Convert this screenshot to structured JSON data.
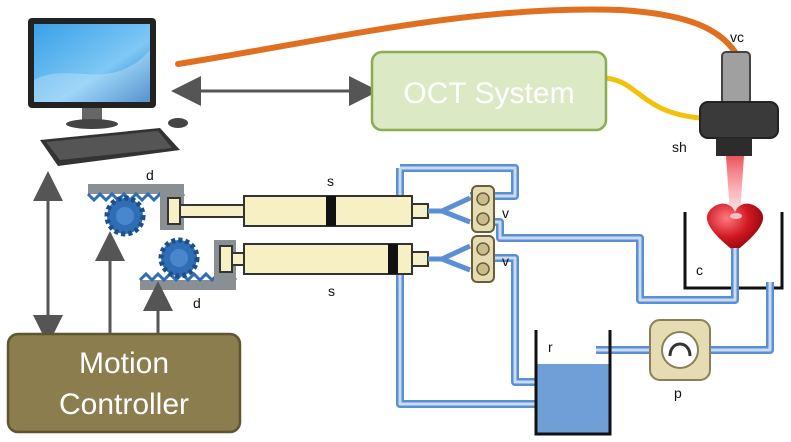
{
  "blocks": {
    "oct_system": "OCT System",
    "motion_controller_line1": "Motion",
    "motion_controller_line2": "Controller"
  },
  "labels": {
    "vc": "vc",
    "sh": "sh",
    "d_top": "d",
    "d_bottom": "d",
    "s_top": "s",
    "s_bottom": "s",
    "v_top": "v",
    "v_bottom": "v",
    "c": "c",
    "r": "r",
    "p": "p"
  },
  "colors": {
    "oct_fill": "#dbe9c4",
    "oct_border": "#8daa55",
    "oct_text": "#ffffff",
    "controller_fill": "#8b7d4e",
    "controller_border": "#5f5530",
    "controller_text": "#ffffff",
    "tube_outer": "#5b8fd4",
    "tube_inner": "#c9dcf3",
    "fiber_orange": "#e07020",
    "fiber_yellow": "#f2c10c",
    "gear_blue": "#2f6db5",
    "syringe_fill": "#f6f0c4",
    "valve_fill": "#e6dcb4",
    "reservoir_water": "#6f9fd6",
    "heart_red": "#d01820",
    "laser_red": "#e8404a"
  },
  "icons": [
    "computer-monitor-icon",
    "keyboard-icon",
    "mouse-icon",
    "camera-icon",
    "heart-icon",
    "pump-icon",
    "gear-icon"
  ]
}
